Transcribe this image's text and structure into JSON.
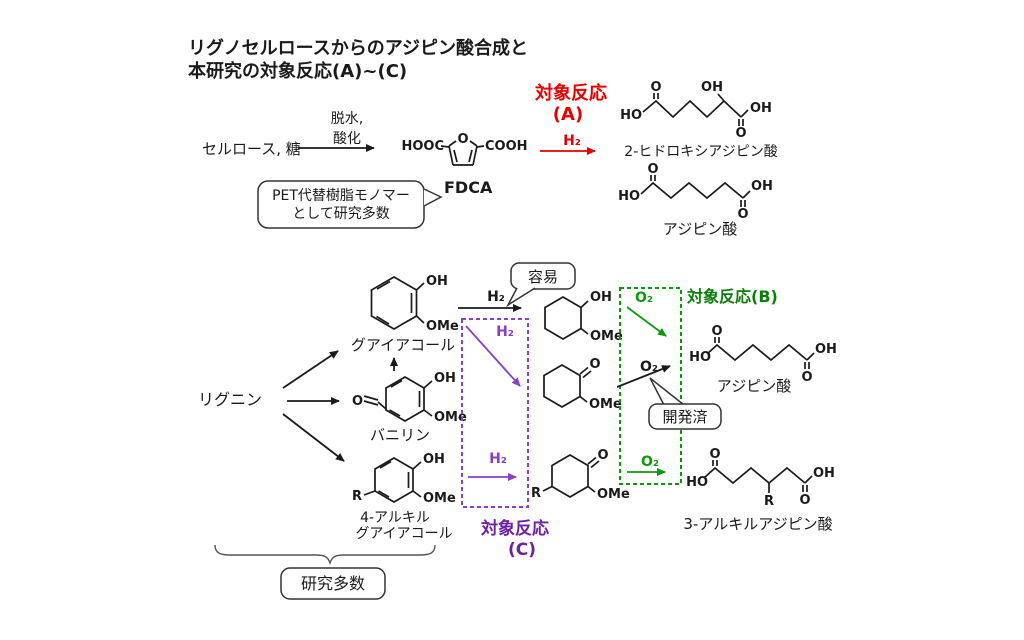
{
  "colors": {
    "reaction_a_red": "#e60000",
    "reaction_b_green": "#0c9a0c",
    "reaction_b_text_green": "#0b7d0b",
    "reaction_c_purple": "#8b3fc6",
    "reaction_c_text_purple": "#7021a0",
    "bond_black": "#1a1a1a"
  },
  "title": {
    "line1": "リグノセルロースからのアジピン酸合成と",
    "line2": "本研究の対象反応(A)~(C)"
  },
  "top_scheme": {
    "substrate": "セルロース, 糖",
    "step1_line1": "脱水,",
    "step1_line2": "酸化",
    "fdca": "FDCA",
    "pet_note_line1": "PET代替樹脂モノマー",
    "pet_note_line2": "として研究多数",
    "reaction_a_title": "対象反応",
    "reaction_a_id": "(A)",
    "reagent_h2": "H₂",
    "product1_label": "2-ヒドロキシアジピン酸",
    "product2_label": "アジピン酸"
  },
  "bottom_scheme": {
    "substrate": "リグニン",
    "guaiacol_label": "グアイアコール",
    "vanillin_label": "バニリン",
    "alkylguaiacol_line1": "4-アルキル",
    "alkylguaiacol_line2": "グアイアコール",
    "note_many_studies": "研究多数",
    "note_easy": "容易",
    "note_developed": "開発済",
    "reaction_b_title": "対象反応(B)",
    "reaction_c_title": "対象反応",
    "reaction_c_id": "(C)",
    "reagent_h2": "H₂",
    "reagent_o2": "O₂",
    "product_adipic_label": "アジピン酸",
    "product_alkyl_adipic_label": "3-アルキルアジピン酸"
  },
  "atoms": {
    "oh": "OH",
    "ho": "HO",
    "o": "O",
    "ome": "OMe",
    "r": "R",
    "hooc": "HOOC",
    "cooh": "COOH"
  }
}
